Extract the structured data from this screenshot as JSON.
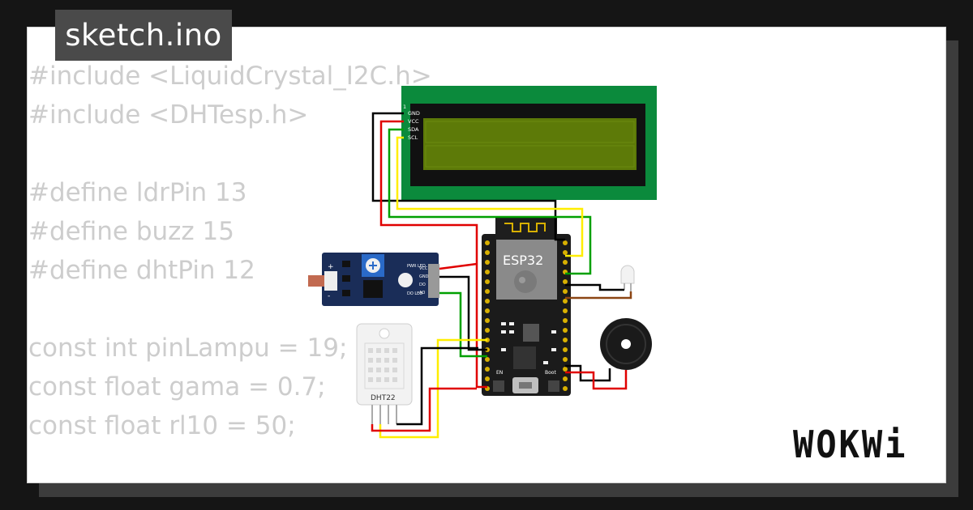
{
  "file_tab": {
    "label": "sketch.ino"
  },
  "code_lines": [
    "#include <LiquidCrystal_I2C.h>",
    "#include <DHTesp.h>",
    "",
    "#define ldrPin 13",
    "#define buzz 15",
    "#define dhtPin 12",
    "",
    "const int pinLampu = 19;",
    "const float gama = 0.7;",
    "const float rl10 = 50;"
  ],
  "lcd": {
    "pin_labels": [
      "GND",
      "VCC",
      "SDA",
      "SCL"
    ],
    "pin1_label": "1"
  },
  "esp32": {
    "label": "ESP32",
    "boot_label": "Boot",
    "en_label": "EN"
  },
  "ldr_module": {
    "labels": [
      "VCC",
      "GND",
      "DO",
      "AO"
    ],
    "power_led": "PWR LED",
    "do_led": "DO LED"
  },
  "dht22": {
    "label": "DHT22"
  },
  "brand": {
    "logo": "WOKWi"
  },
  "colors": {
    "lcd_green": "#0b8a3c",
    "lcd_screen": "#5d7a08",
    "module_blue": "#1a2d58",
    "wire_red": "#e00000",
    "wire_black": "#000000",
    "wire_green": "#00a000",
    "wire_yellow": "#ffee00",
    "wire_brown": "#8b4513"
  }
}
